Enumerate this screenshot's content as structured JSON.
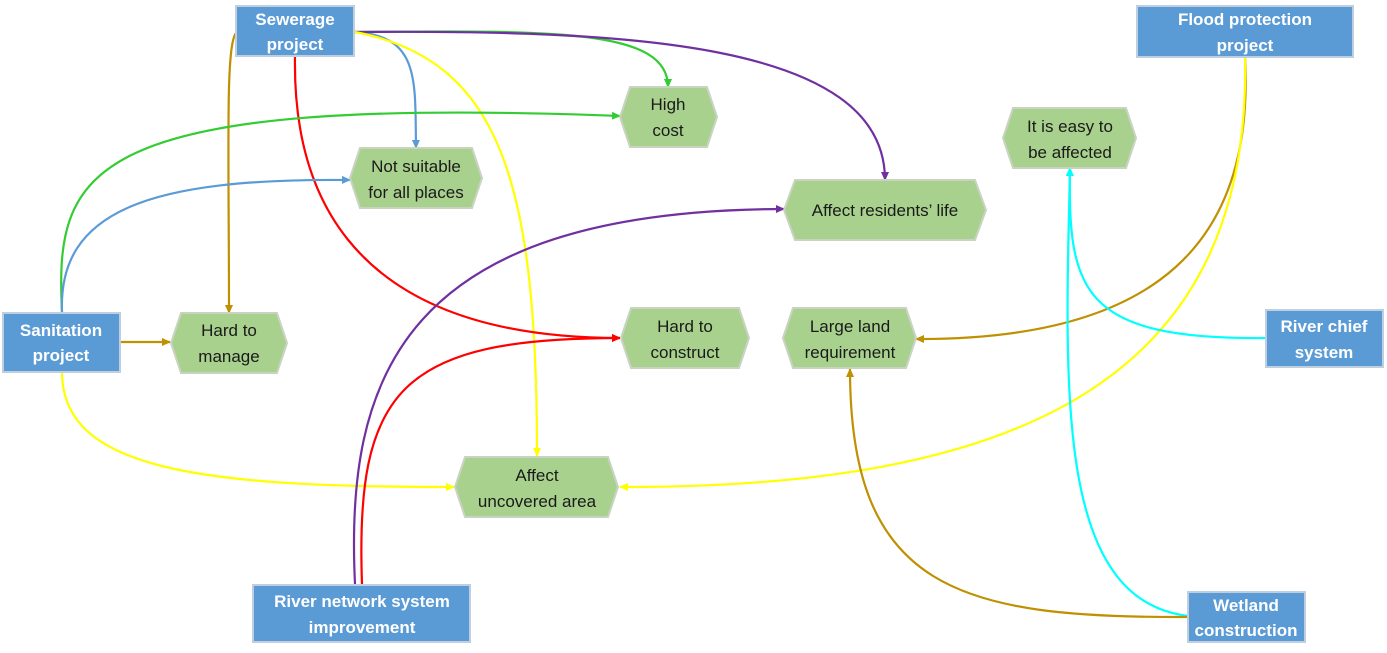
{
  "projects": {
    "sewerage": {
      "lines": [
        "Sewerage",
        "project"
      ]
    },
    "flood": {
      "lines": [
        "Flood protection",
        "project"
      ]
    },
    "sanitation": {
      "lines": [
        "Sanitation",
        "project"
      ]
    },
    "river_chief": {
      "lines": [
        "River chief",
        "system"
      ]
    },
    "river_network": {
      "lines": [
        "River network system",
        "improvement"
      ]
    },
    "wetland": {
      "lines": [
        "Wetland",
        "construction"
      ]
    }
  },
  "issues": {
    "high_cost": {
      "lines": [
        "High",
        "cost"
      ]
    },
    "not_suitable": {
      "lines": [
        "Not suitable",
        "for all places"
      ]
    },
    "easy_affected": {
      "lines": [
        "It is easy to",
        "be affected"
      ]
    },
    "residents_life": {
      "lines": [
        "Affect residents’ life"
      ]
    },
    "hard_manage": {
      "lines": [
        "Hard to",
        "manage"
      ]
    },
    "hard_construct": {
      "lines": [
        "Hard to",
        "construct"
      ]
    },
    "land_requirement": {
      "lines": [
        "Large land",
        "requirement"
      ]
    },
    "uncovered_area": {
      "lines": [
        "Affect",
        "uncovered area"
      ]
    }
  },
  "colors": {
    "project_fill": "#5b9bd5",
    "project_stroke": "#bfcfe0",
    "issue_fill": "#a9d18e",
    "issue_stroke": "#c9d3c2",
    "green": "#33cc33",
    "blue": "#5b9bd5",
    "yellow": "#ffff00",
    "purple": "#7030a0",
    "red": "#ff0000",
    "olive": "#bf9000",
    "cyan": "#00ffff"
  },
  "connections": [
    {
      "from": "sewerage",
      "to": "high_cost",
      "color": "green"
    },
    {
      "from": "sewerage",
      "to": "not_suitable",
      "color": "blue"
    },
    {
      "from": "sewerage",
      "to": "residents_life",
      "color": "purple"
    },
    {
      "from": "sewerage",
      "to": "uncovered_area",
      "color": "yellow"
    },
    {
      "from": "sewerage",
      "to": "hard_construct",
      "color": "red"
    },
    {
      "from": "sewerage",
      "to": "hard_manage",
      "color": "olive"
    },
    {
      "from": "sanitation",
      "to": "high_cost",
      "color": "green"
    },
    {
      "from": "sanitation",
      "to": "not_suitable",
      "color": "blue"
    },
    {
      "from": "sanitation",
      "to": "hard_manage",
      "color": "olive"
    },
    {
      "from": "sanitation",
      "to": "uncovered_area",
      "color": "yellow"
    },
    {
      "from": "flood",
      "to": "land_requirement",
      "color": "olive"
    },
    {
      "from": "flood",
      "to": "uncovered_area",
      "color": "yellow"
    },
    {
      "from": "river_chief",
      "to": "easy_affected",
      "color": "cyan"
    },
    {
      "from": "wetland",
      "to": "easy_affected",
      "color": "cyan"
    },
    {
      "from": "wetland",
      "to": "land_requirement",
      "color": "olive"
    },
    {
      "from": "river_network",
      "to": "residents_life",
      "color": "purple"
    },
    {
      "from": "river_network",
      "to": "hard_construct",
      "color": "red"
    }
  ]
}
